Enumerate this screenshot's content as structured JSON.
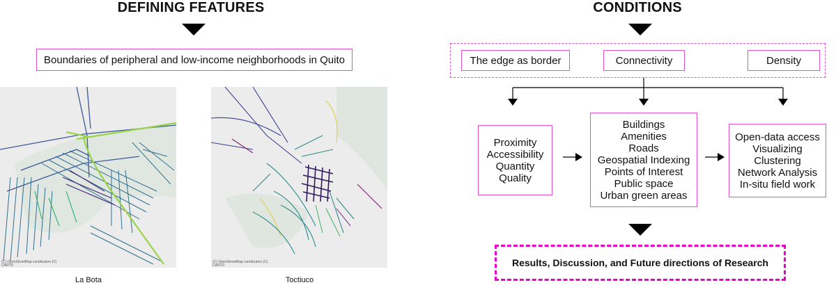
{
  "left": {
    "heading": "DEFINING FEATURES",
    "boundary_box": "Boundaries of peripheral and low-income neighborhoods in Quito",
    "maps": [
      {
        "caption": "La Bota",
        "attribution": "(C) OpenStreetMap contributors (C) CARTO"
      },
      {
        "caption": "Toctiuco",
        "attribution": "(C) OpenStreetMap contributors (C) CARTO"
      }
    ]
  },
  "right": {
    "heading": "CONDITIONS",
    "conditions": [
      "The edge as border",
      "Connectivity",
      "Density"
    ],
    "columns": {
      "first": [
        "Proximity",
        "Accessibility",
        "Quantity",
        "Quality"
      ],
      "second": [
        "Buildings",
        "Amenities",
        "Roads",
        "Geospatial Indexing",
        "Points of Interest",
        "Public space",
        "Urban green areas"
      ],
      "third": [
        "Open-data access",
        "Visualizing",
        "Clustering",
        "Network Analysis",
        "In-situ field work"
      ]
    },
    "results": "Results, Discussion, and Future directions of Research"
  },
  "colors": {
    "accent": "#e24fd0",
    "results_border": "#e800c8",
    "arrow": "#000000"
  }
}
